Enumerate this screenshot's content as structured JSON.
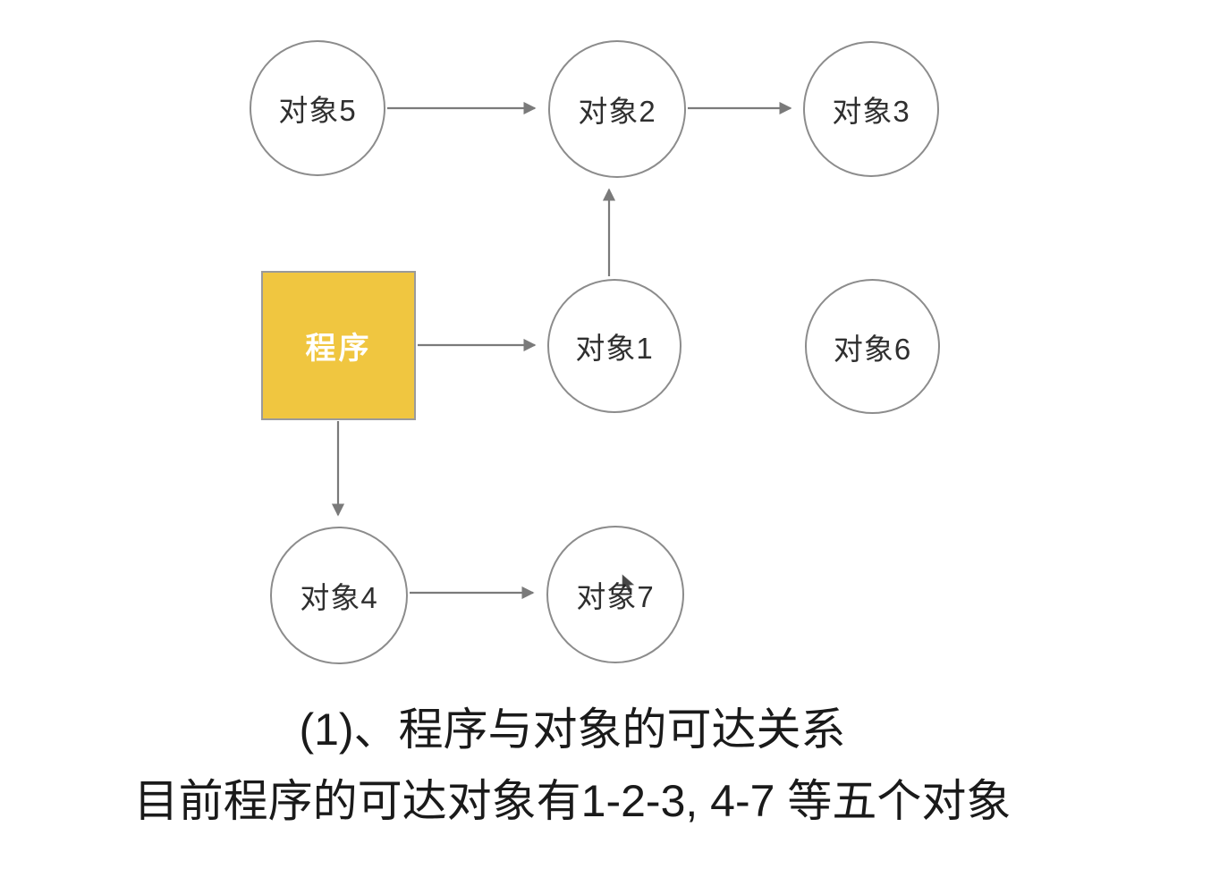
{
  "diagram": {
    "program": {
      "label": "程序",
      "fill": "#F0C640",
      "border": "#9A9A9A",
      "text_color": "#FFFFFF"
    },
    "nodes": [
      {
        "id": "obj5",
        "label": "对象5"
      },
      {
        "id": "obj2",
        "label": "对象2"
      },
      {
        "id": "obj3",
        "label": "对象3"
      },
      {
        "id": "obj1",
        "label": "对象1"
      },
      {
        "id": "obj6",
        "label": "对象6"
      },
      {
        "id": "obj4",
        "label": "对象4"
      },
      {
        "id": "obj7",
        "label": "对象7"
      }
    ],
    "edges": [
      {
        "from": "对象5",
        "to": "对象2"
      },
      {
        "from": "对象2",
        "to": "对象3"
      },
      {
        "from": "对象1",
        "to": "对象2"
      },
      {
        "from": "程序",
        "to": "对象1"
      },
      {
        "from": "程序",
        "to": "对象4"
      },
      {
        "from": "对象4",
        "to": "对象7"
      }
    ],
    "colors": {
      "node_border": "#8C8C8C",
      "node_text": "#2F2F2F",
      "arrow": "#7A7A7A",
      "background": "#FFFFFF"
    }
  },
  "caption": {
    "line1": "(1)、程序与对象的可达关系",
    "line2": "目前程序的可达对象有1-2-3, 4-7 等五个对象"
  }
}
